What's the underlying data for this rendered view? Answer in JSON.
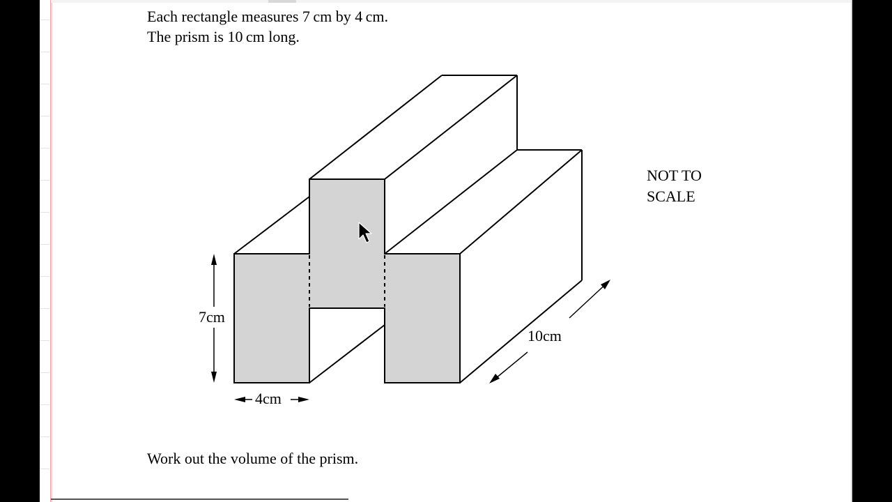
{
  "document": {
    "lines": [
      "Each rectangle measures 7 cm by 4 cm.",
      "The prism is 10 cm long."
    ],
    "question": "Work out the volume of the prism."
  },
  "figure": {
    "height_label": "7cm",
    "width_label": "4cm",
    "length_label": "10cm",
    "note_line1": "NOT TO",
    "note_line2": "SCALE",
    "shade_color": "#d4d4d4"
  },
  "cursor": {
    "icon": "mouse-pointer-icon"
  }
}
